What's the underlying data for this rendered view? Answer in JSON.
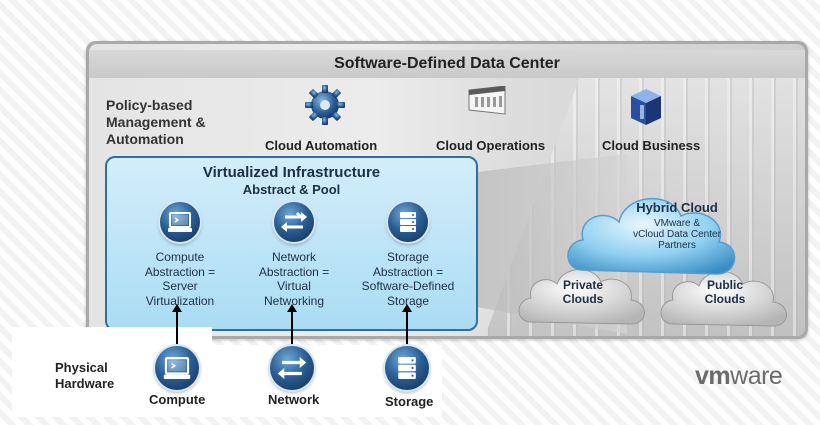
{
  "title": "Software-Defined Data Center",
  "policy": {
    "line1": "Policy-based",
    "line2": "Management &",
    "line3": "Automation"
  },
  "top_items": [
    {
      "label": "Cloud Automation",
      "icon": "gear-icon"
    },
    {
      "label": "Cloud Operations",
      "icon": "console-window-icon"
    },
    {
      "label": "Cloud Business",
      "icon": "cube-icon"
    }
  ],
  "virtualized": {
    "title": "Virtualized Infrastructure",
    "subtitle": "Abstract & Pool",
    "abstractions": [
      {
        "lines": [
          "Compute",
          "Abstraction =",
          "Server",
          "Virtualization"
        ],
        "icon": "monitor-icon"
      },
      {
        "lines": [
          "Network",
          "Abstraction =",
          "Virtual",
          "Networking"
        ],
        "icon": "arrows-exchange-icon"
      },
      {
        "lines": [
          "Storage",
          "Abstraction =",
          "Software-Defined",
          "Storage"
        ],
        "icon": "storage-stack-icon"
      }
    ]
  },
  "hardware": {
    "label_line1": "Physical",
    "label_line2": "Hardware",
    "items": [
      {
        "label": "Compute",
        "icon": "monitor-icon"
      },
      {
        "label": "Network",
        "icon": "arrows-exchange-icon"
      },
      {
        "label": "Storage",
        "icon": "storage-stack-icon"
      }
    ]
  },
  "clouds": {
    "hybrid": {
      "title": "Hybrid Cloud",
      "line1": "VMware &",
      "line2": "vCloud Data Center",
      "line3": "Partners"
    },
    "private": {
      "line1": "Private",
      "line2": "Clouds"
    },
    "public": {
      "line1": "Public",
      "line2": "Clouds"
    }
  },
  "logo": {
    "prefix": "vm",
    "suffix": "ware"
  },
  "colors": {
    "accent_blue": "#2b5f95",
    "box_fill": "#a9dcf4",
    "box_border": "#2e6f9e",
    "text_dark": "#1d2f45"
  }
}
